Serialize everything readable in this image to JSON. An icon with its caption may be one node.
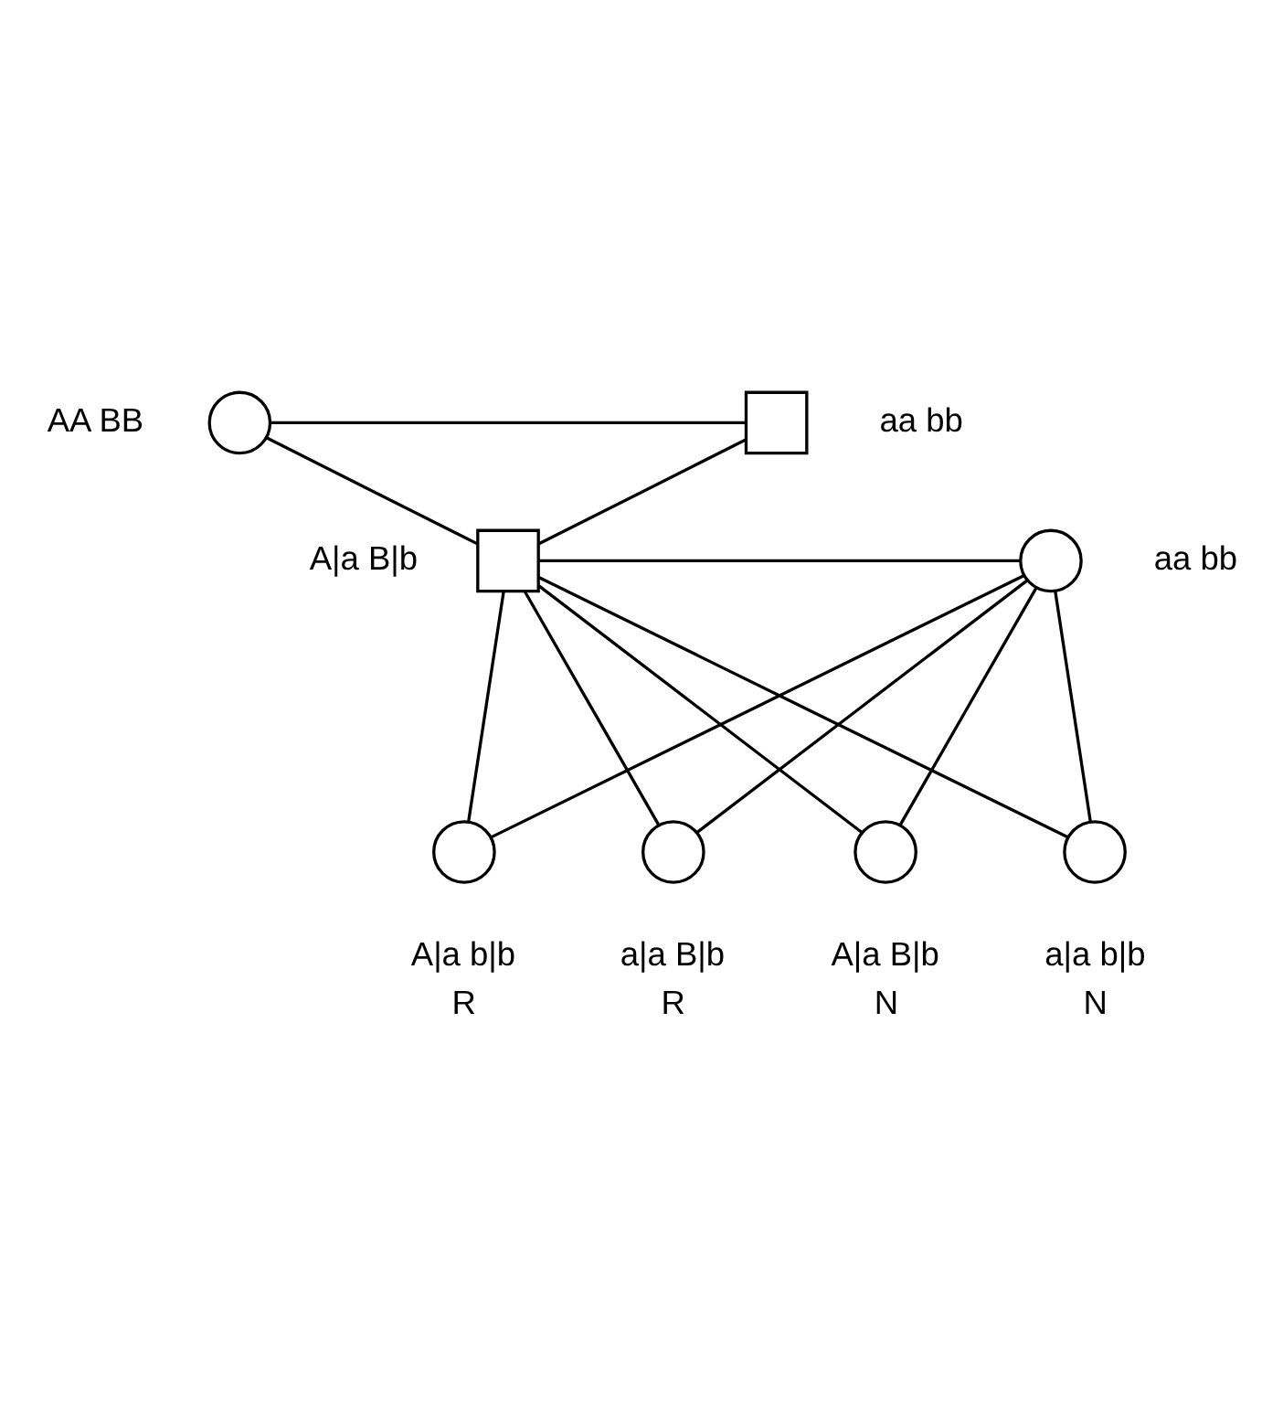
{
  "diagram": {
    "nodes": [
      {
        "text": [],
        "shape": "circle",
        "beside": [
          "AA BB"
        ]
      },
      {
        "text": [],
        "shape": "box",
        "beside": [
          "aa bb"
        ]
      },
      {
        "text": [],
        "shape": "box",
        "beside": [
          "A|a B|b"
        ]
      },
      {
        "text": [],
        "shape": "circle",
        "beside": [
          "aa bb"
        ]
      },
      {
        "text": [],
        "shape": "circle",
        "beside": [
          "A|a B|b",
          "N"
        ]
      },
      {
        "text": [],
        "shape": "circle",
        "beside": [
          "a|a b|b",
          "N"
        ]
      },
      {
        "text": [],
        "shape": "circle",
        "beside": [
          "A|a b|b",
          "R"
        ]
      },
      {
        "text": [],
        "shape": "circle",
        "beside": [
          "a|a B|b",
          "R"
        ]
      }
    ],
    "edges": [
      {
        "from": 0,
        "to": 1,
        "arrow": "none"
      },
      {
        "from": 0,
        "to": 2,
        "arrow": "none"
      },
      {
        "from": 1,
        "to": 2,
        "arrow": "none"
      },
      {
        "from": 2,
        "to": 3,
        "arrow": "none"
      },
      {
        "from": 2,
        "to": 4,
        "arrow": "none"
      },
      {
        "from": 3,
        "to": 4,
        "arrow": "none"
      },
      {
        "from": 2,
        "to": 5,
        "arrow": "none"
      },
      {
        "from": 3,
        "to": 5,
        "arrow": "none"
      },
      {
        "from": 2,
        "to": 6,
        "arrow": "none"
      },
      {
        "from": 3,
        "to": 6,
        "arrow": "none"
      },
      {
        "from": 2,
        "to": 7,
        "arrow": "none"
      },
      {
        "from": 3,
        "to": 7,
        "arrow": "none"
      }
    ]
  }
}
